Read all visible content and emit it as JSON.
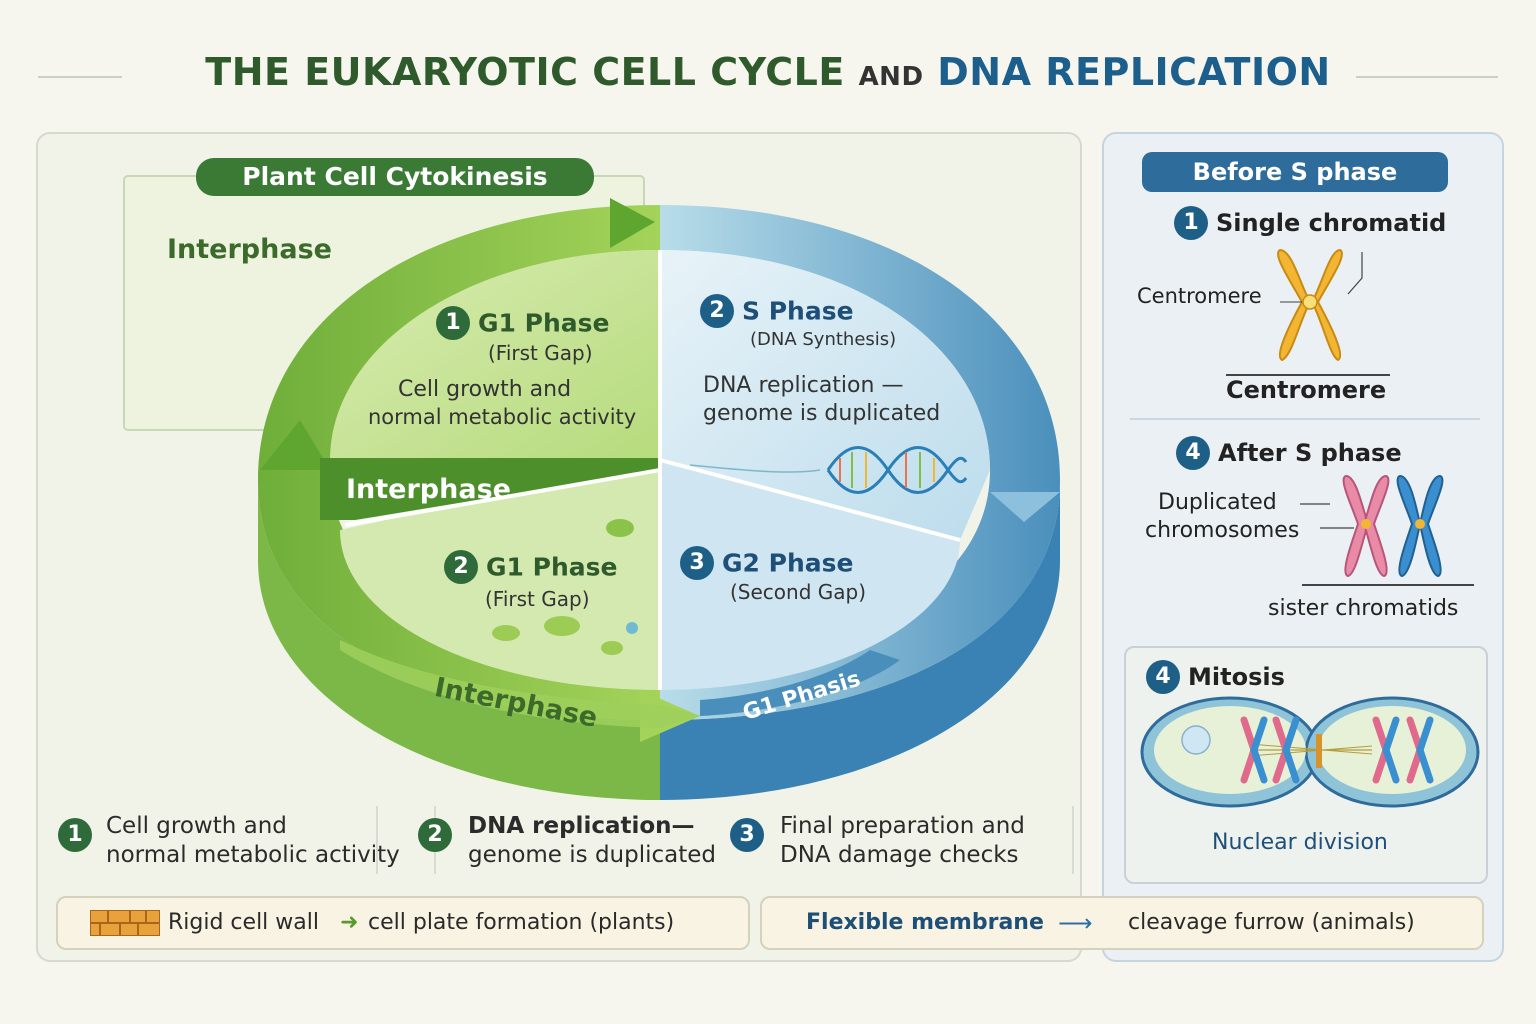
{
  "title": {
    "part1": "THE EUKARYOTIC CELL CYCLE",
    "part2": "AND",
    "part3": "DNA REPLICATION"
  },
  "diagram": {
    "header_pill": "Plant Cell Cytokinesis",
    "interphase_top": "Interphase",
    "interphase_band": "Interphase",
    "interphase_bottom_arrow": "Interphase",
    "g1_phasis_label": "G1 Phasis",
    "g1_upper": {
      "number": "1",
      "title": "G1 Phase",
      "subtitle": "(First Gap)",
      "line1": "Cell growth and",
      "line2": "normal metabolic activity"
    },
    "s_phase": {
      "number": "2",
      "title": "S Phase",
      "subtitle": "(DNA Synthesis)",
      "line1": "DNA replication —",
      "line2": "genome is duplicated"
    },
    "g1_lower": {
      "number": "2",
      "title": "G1 Phase",
      "subtitle": "(First Gap)"
    },
    "g2_phase": {
      "number": "3",
      "title": "G2 Phase",
      "subtitle": "(Second Gap)"
    }
  },
  "legend": [
    {
      "number": "1",
      "line1": "Cell growth and",
      "line2": "normal metabolic activity"
    },
    {
      "number": "2",
      "line1": "DNA replication—",
      "line2": "genome is duplicated"
    },
    {
      "number": "3",
      "line1": "Final preparation and",
      "line2": "DNA damage checks"
    }
  ],
  "bottom": {
    "plant_bold": "Rigid cell wall",
    "plant_rest": "cell plate formation (plants)",
    "animal_bold": "Flexible membrane",
    "animal_rest": "cleavage furrow (animals)"
  },
  "right_panel": {
    "header_pill": "Before S phase",
    "single": {
      "number": "1",
      "title": "Single chromatid",
      "side_label": "Centromere",
      "bottom_label": "Centromere"
    },
    "after": {
      "number": "4",
      "title": "After S phase",
      "line1": "Duplicated",
      "line2": "chromosomes",
      "sister": "sister chromatids"
    },
    "mitosis": {
      "number": "4",
      "title": "Mitosis",
      "caption": "Nuclear division"
    }
  },
  "colors": {
    "green_dark": "#2f6b3a",
    "green_light": "#8cc63f",
    "blue_dark": "#1e5f88",
    "blue_light": "#a9d3ea",
    "chromatid_yellow": "#f2b632",
    "chromatid_pink": "#e98aa6",
    "chromatid_blue": "#3a8fd0"
  }
}
